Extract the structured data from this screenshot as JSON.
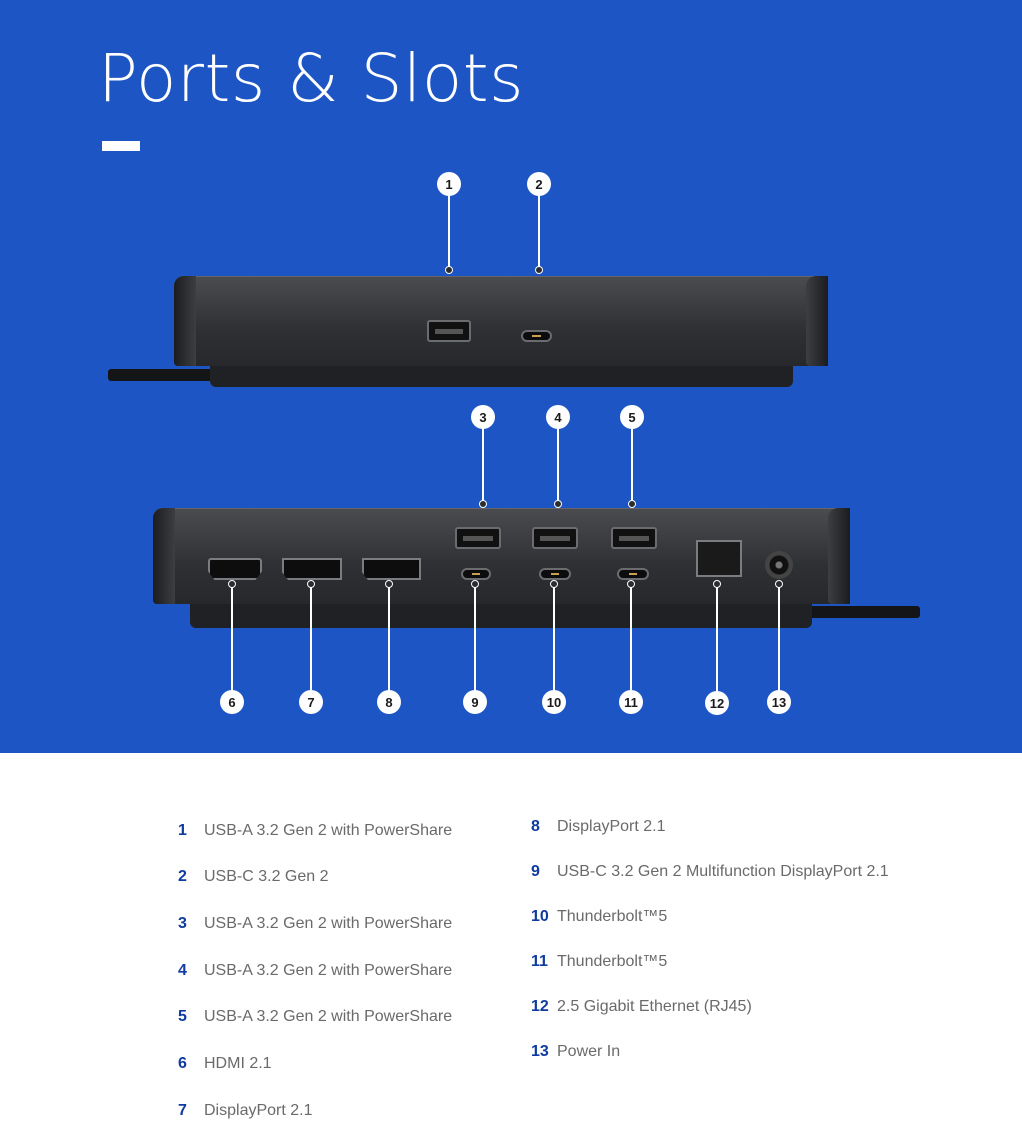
{
  "title": "Ports & Slots",
  "colors": {
    "background": "#1d55c4",
    "number": "#0f3aa0",
    "text": "#6a6a6a"
  },
  "ports": [
    {
      "number": "1",
      "label": "USB-A 3.2 Gen 2 with PowerShare"
    },
    {
      "number": "2",
      "label": "USB-C 3.2 Gen 2"
    },
    {
      "number": "3",
      "label": "USB-A 3.2 Gen 2 with PowerShare"
    },
    {
      "number": "4",
      "label": "USB-A 3.2 Gen 2 with PowerShare"
    },
    {
      "number": "5",
      "label": "USB-A 3.2 Gen 2 with PowerShare"
    },
    {
      "number": "6",
      "label": "HDMI 2.1"
    },
    {
      "number": "7",
      "label": "DisplayPort 2.1"
    },
    {
      "number": "8",
      "label": "DisplayPort 2.1"
    },
    {
      "number": "9",
      "label": "USB-C 3.2 Gen 2 Multifunction DisplayPort 2.1"
    },
    {
      "number": "10",
      "label": "Thunderbolt™5"
    },
    {
      "number": "11",
      "label": "Thunderbolt™5"
    },
    {
      "number": "12",
      "label": "2.5 Gigabit Ethernet (RJ45)"
    },
    {
      "number": "13",
      "label": "Power In"
    }
  ]
}
